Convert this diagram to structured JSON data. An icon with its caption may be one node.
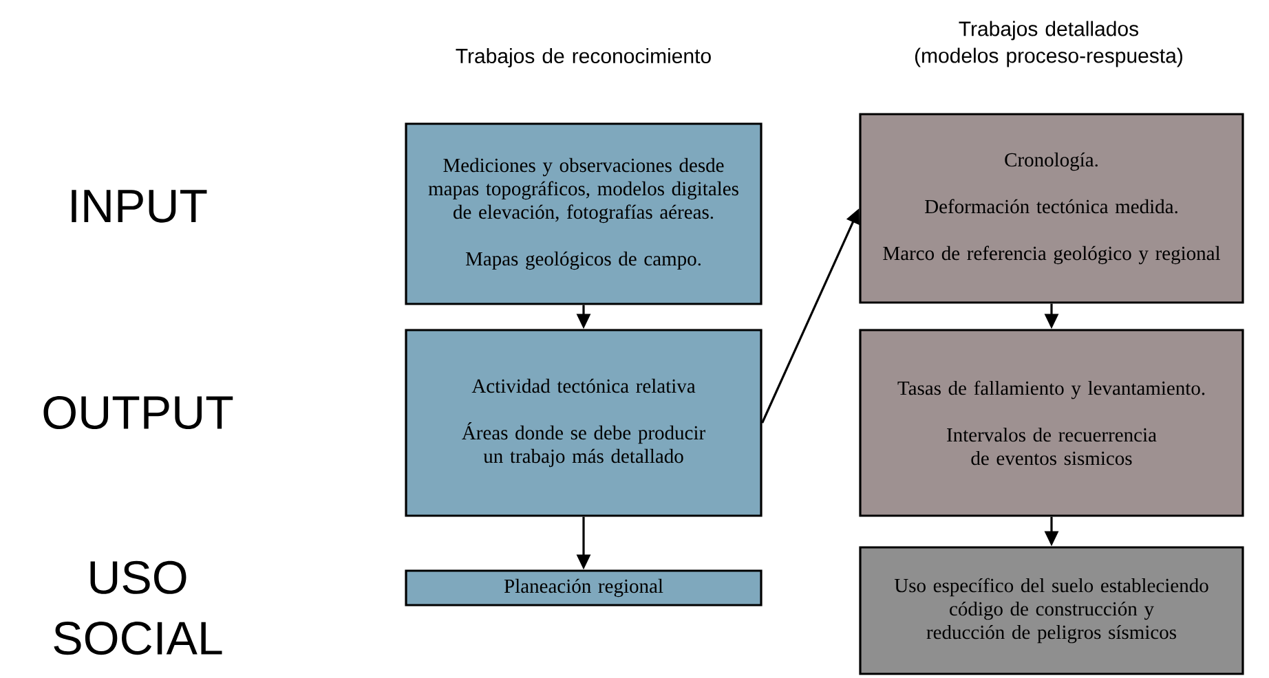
{
  "diagram": {
    "nodes": [
      {
        "text": [
          "Mediciones y observaciones desde mapas topográficos, modelos digitales de elevación, fotografías aéreas.",
          "Mapas geológicos de campo."
        ]
      },
      {
        "text": [
          "Actividad tectónica relativa",
          "Áreas donde se debe producir un trabajo más detallado"
        ]
      },
      {
        "text": [
          "Planeación regional"
        ]
      },
      {
        "text": [
          "Cronología.",
          "Deformación tectónica medida.",
          "Marco de referencia geológico y regional"
        ]
      },
      {
        "text": [
          "Tasas de fallamiento y levantamiento.",
          "Intervalos de recuerrencia de eventos sismicos"
        ]
      },
      {
        "text": [
          "Uso específico del suelo estableciendo código de construcción y reducción de peligros sísmicos"
        ]
      }
    ],
    "edges": [
      {
        "from": 0,
        "to": 1,
        "arrow": "to"
      },
      {
        "from": 1,
        "to": 2,
        "arrow": "to"
      },
      {
        "from": 1,
        "to": 3,
        "arrow": "to"
      },
      {
        "from": 3,
        "to": 4,
        "arrow": "to"
      },
      {
        "from": 4,
        "to": 5,
        "arrow": "to"
      }
    ],
    "labels": [
      "Trabajos de reconocimiento",
      "Trabajos detallados (modelos proceso-respuesta)",
      "INPUT",
      "OUTPUT",
      "USO SOCIAL"
    ]
  }
}
